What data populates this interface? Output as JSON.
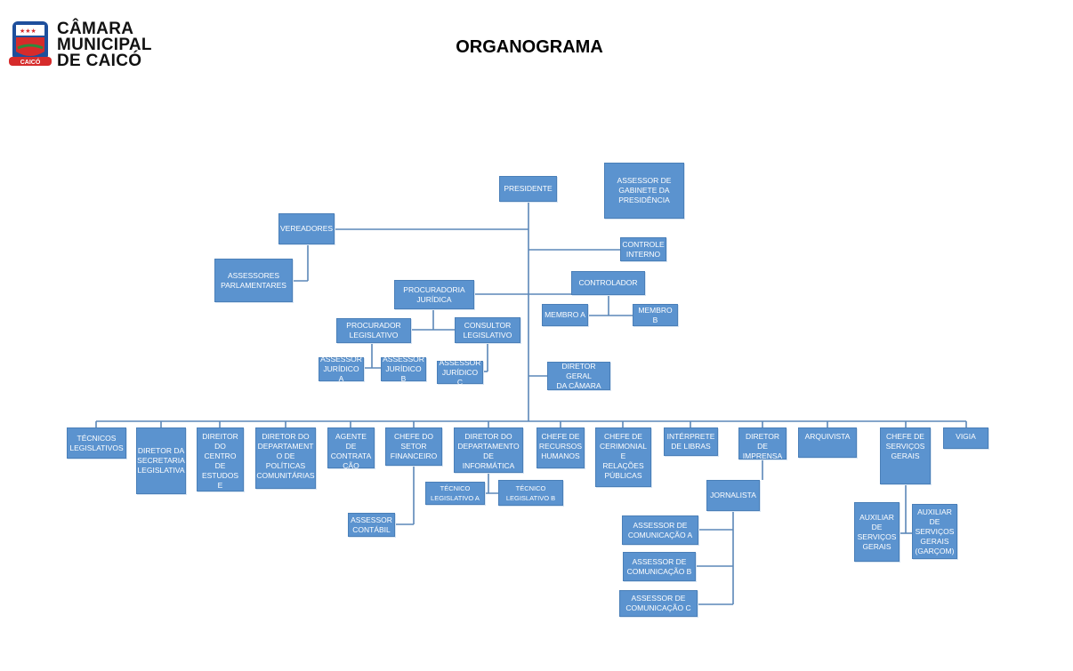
{
  "header": {
    "title": "ORGANOGRAMA",
    "logo_text": "CÂMARA\nMUNICIPAL\nDE CAICÓ",
    "seal_text": "CAICÓ"
  },
  "boxes": {
    "presidente": "PRESIDENTE",
    "assessor_gabinete": "ASSESSOR DE\nGABINETE DA\nPRESIDÊNCIA",
    "vereadores": "VEREADORES",
    "assessores_parlamentares": "ASSESSORES\nPARLAMENTARES",
    "controle_interno": "CONTROLE\nINTERNO",
    "controlador": "CONTROLADOR",
    "membro_a": "MEMBRO A",
    "membro_b": "MEMBRO B",
    "procuradoria": "PROCURADORIA\nJURÍDICA",
    "procurador": "PROCURADOR\nLEGISLATIVO",
    "consultor": "CONSULTOR\nLEGISLATIVO",
    "assessor_jur_a": "ASSESSOR\nJURÍDICO A",
    "assessor_jur_b": "ASSESSOR\nJURÍDICO B",
    "assessor_jur_c": "ASSESSOR\nJURÍDICO C",
    "diretor_geral": "DIRETOR GERAL\nDA CÂMARA",
    "tecnicos_leg": "TÉCNICOS\nLEGISLATIVOS",
    "diretor_secretaria": "DIRETOR DA\nSECRETARIA\nLEGISLATIVA",
    "diretor_centro": "DIREITOR\nDO CENTRO\nDE\nESTUDOS E\nDEBATES",
    "diretor_politicas": "DIRETOR DO\nDEPARTAMENT\nO DE POLÍTICAS\nCOMUNITÁRIAS",
    "agente_contratacao": "AGENTE DE\nCONTRATA\nÇÃO",
    "chefe_financeiro": "CHEFE DO\nSETOR\nFINANCEIRO",
    "assessor_contabil": "ASSESSOR\nCONTÁBIL",
    "diretor_informatica": "DIRETOR DO\nDEPARTAMENTO\nDE INFORMÁTICA",
    "tecnico_leg_a": "TÉCNICO\nLEGISLATIVO  A",
    "tecnico_leg_b": "TÉCNICO\nLEGISLATIVO   B",
    "chefe_rh": "CHEFE DE\nRECURSOS\nHUMANOS",
    "chefe_cerimonial": "CHEFE DE\nCERIMONIAL E\nRELAÇÕES\nPÚBLICAS",
    "interprete": "INTÉRPRETE\nDE LIBRAS",
    "diretor_imprensa": "DIRETOR DE\nIMPRENSA",
    "jornalista": "JORNALISTA",
    "assessor_com_a": "ASSESSOR DE\nCOMUNICAÇÃO A",
    "assessor_com_b": "ASSESSOR DE\nCOMUNICAÇÃO B",
    "assessor_com_c": "ASSESSOR DE\nCOMUNICAÇÃO C",
    "arquivista": "ARQUIVISTA",
    "chefe_servicos": "CHEFE DE\nSERVIÇOS\nGERAIS",
    "auxiliar_servicos": "AUXILIAR\nDE\nSERVIÇOS\nGERAIS",
    "auxiliar_garcom": "AUXILIAR\nDE\nSERVIÇOS\nGERAIS\n(GARÇOM)",
    "vigia": "VIGIA"
  },
  "colors": {
    "box_fill": "#5b93cf",
    "connector": "#5b87b8",
    "logo_red": "#d62b2b",
    "logo_blue": "#1e4f9c",
    "logo_green": "#2c8c3c"
  }
}
